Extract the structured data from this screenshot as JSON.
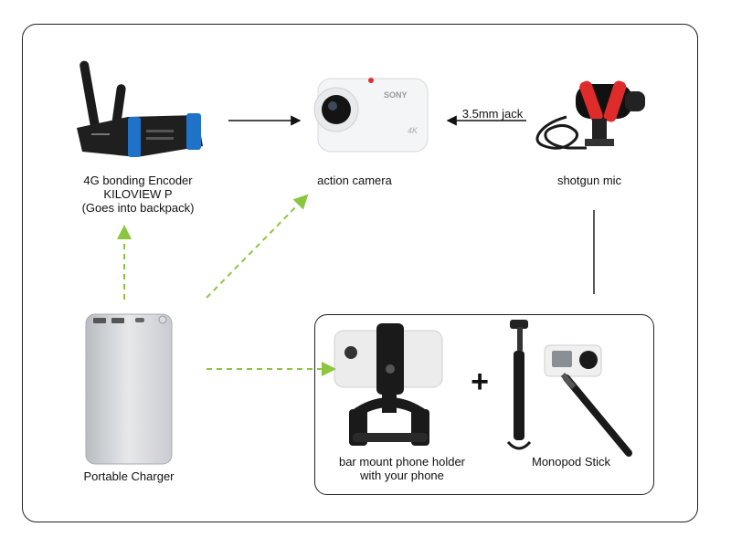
{
  "nodes": {
    "encoder": {
      "label_line1": "4G bonding Encoder",
      "label_line2": "KILOVIEW P",
      "label_line3": "(Goes into backpack)"
    },
    "camera": {
      "label": "action camera",
      "brand": "SONY",
      "badge": "4K"
    },
    "mic": {
      "label": "shotgun mic"
    },
    "charger": {
      "label": "Portable Charger"
    },
    "phone_holder": {
      "label_line1": "bar mount phone holder",
      "label_line2": "with your phone"
    },
    "monopod": {
      "label": "Monopod Stick"
    }
  },
  "connectors": {
    "jack_label": "3.5mm jack",
    "plus": "+"
  },
  "colors": {
    "dashed_arrow": "#8cc63f",
    "solid_arrow": "#111111",
    "encoder_accent": "#1e73c8"
  }
}
